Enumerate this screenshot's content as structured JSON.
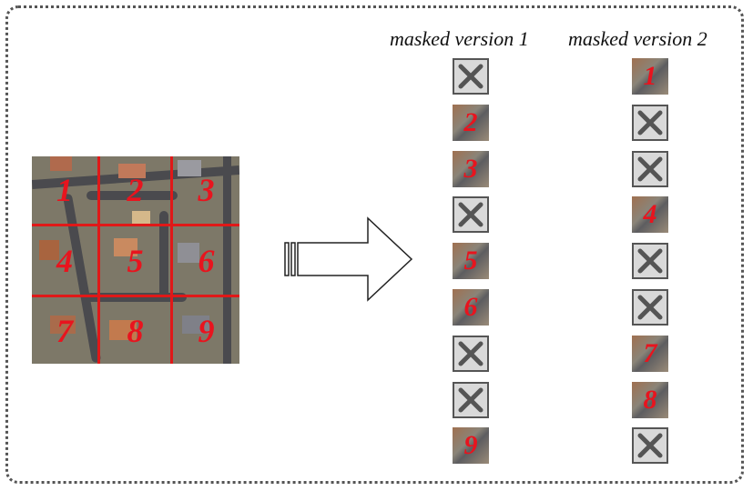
{
  "grid": {
    "labels": [
      "1",
      "2",
      "3",
      "4",
      "5",
      "6",
      "7",
      "8",
      "9"
    ]
  },
  "columns": [
    {
      "title": "masked version 1",
      "tiles": [
        {
          "masked": true,
          "label": ""
        },
        {
          "masked": false,
          "label": "2"
        },
        {
          "masked": false,
          "label": "3"
        },
        {
          "masked": true,
          "label": ""
        },
        {
          "masked": false,
          "label": "5"
        },
        {
          "masked": false,
          "label": "6"
        },
        {
          "masked": true,
          "label": ""
        },
        {
          "masked": true,
          "label": ""
        },
        {
          "masked": false,
          "label": "9"
        }
      ]
    },
    {
      "title": "masked version 2",
      "tiles": [
        {
          "masked": false,
          "label": "1"
        },
        {
          "masked": true,
          "label": ""
        },
        {
          "masked": true,
          "label": ""
        },
        {
          "masked": false,
          "label": "4"
        },
        {
          "masked": true,
          "label": ""
        },
        {
          "masked": true,
          "label": ""
        },
        {
          "masked": false,
          "label": "7"
        },
        {
          "masked": false,
          "label": "8"
        },
        {
          "masked": true,
          "label": ""
        }
      ]
    }
  ],
  "colors": {
    "mask_line": "#e01818",
    "number": "#e8141e",
    "frame": "#555555"
  }
}
